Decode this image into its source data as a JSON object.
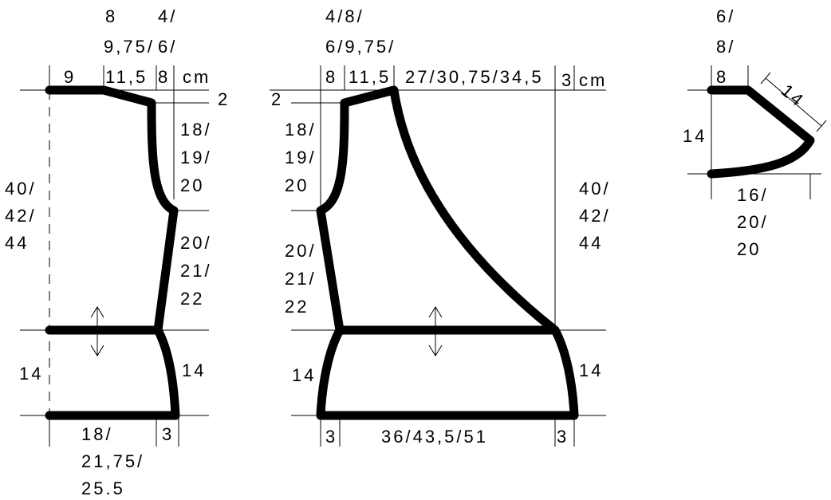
{
  "back": {
    "top_widths": {
      "w1": "9",
      "w2_a": "8",
      "w2_b": "9,75/",
      "w2_c": "11,5",
      "w3_a": "4/",
      "w3_b": "6/",
      "w3_c": "8"
    },
    "unit": "cm",
    "shoulder_drop": "2",
    "armhole": [
      "18/",
      "19/",
      "20"
    ],
    "total_height": [
      "40/",
      "42/",
      "44"
    ],
    "side": [
      "20/",
      "21/",
      "22"
    ],
    "rib_height_left": "14",
    "rib_height_right": "14",
    "bottom_width": [
      "18/",
      "21,75/",
      "25.5"
    ],
    "bottom_extra": "3"
  },
  "front": {
    "top_widths": {
      "w1_a": "4/8/",
      "w1_b": "6/9,75/",
      "w1_c": "8",
      "w2": "11,5",
      "w3": "27/30,75/34,5",
      "w4": "3"
    },
    "unit": "cm",
    "shoulder_drop": "2",
    "armhole": [
      "18/",
      "19/",
      "20"
    ],
    "side": [
      "20/",
      "21/",
      "22"
    ],
    "total_height": [
      "40/",
      "42/",
      "44"
    ],
    "rib_height_left": "14",
    "rib_height_right": "14",
    "bottom_left": "3",
    "bottom_width": "36/43,5/51",
    "bottom_right": "3"
  },
  "sleeve": {
    "top_width": [
      "6/",
      "8/",
      "8"
    ],
    "diagonal": "14",
    "height": "14",
    "bottom_width": [
      "16/",
      "20/",
      "20"
    ]
  }
}
